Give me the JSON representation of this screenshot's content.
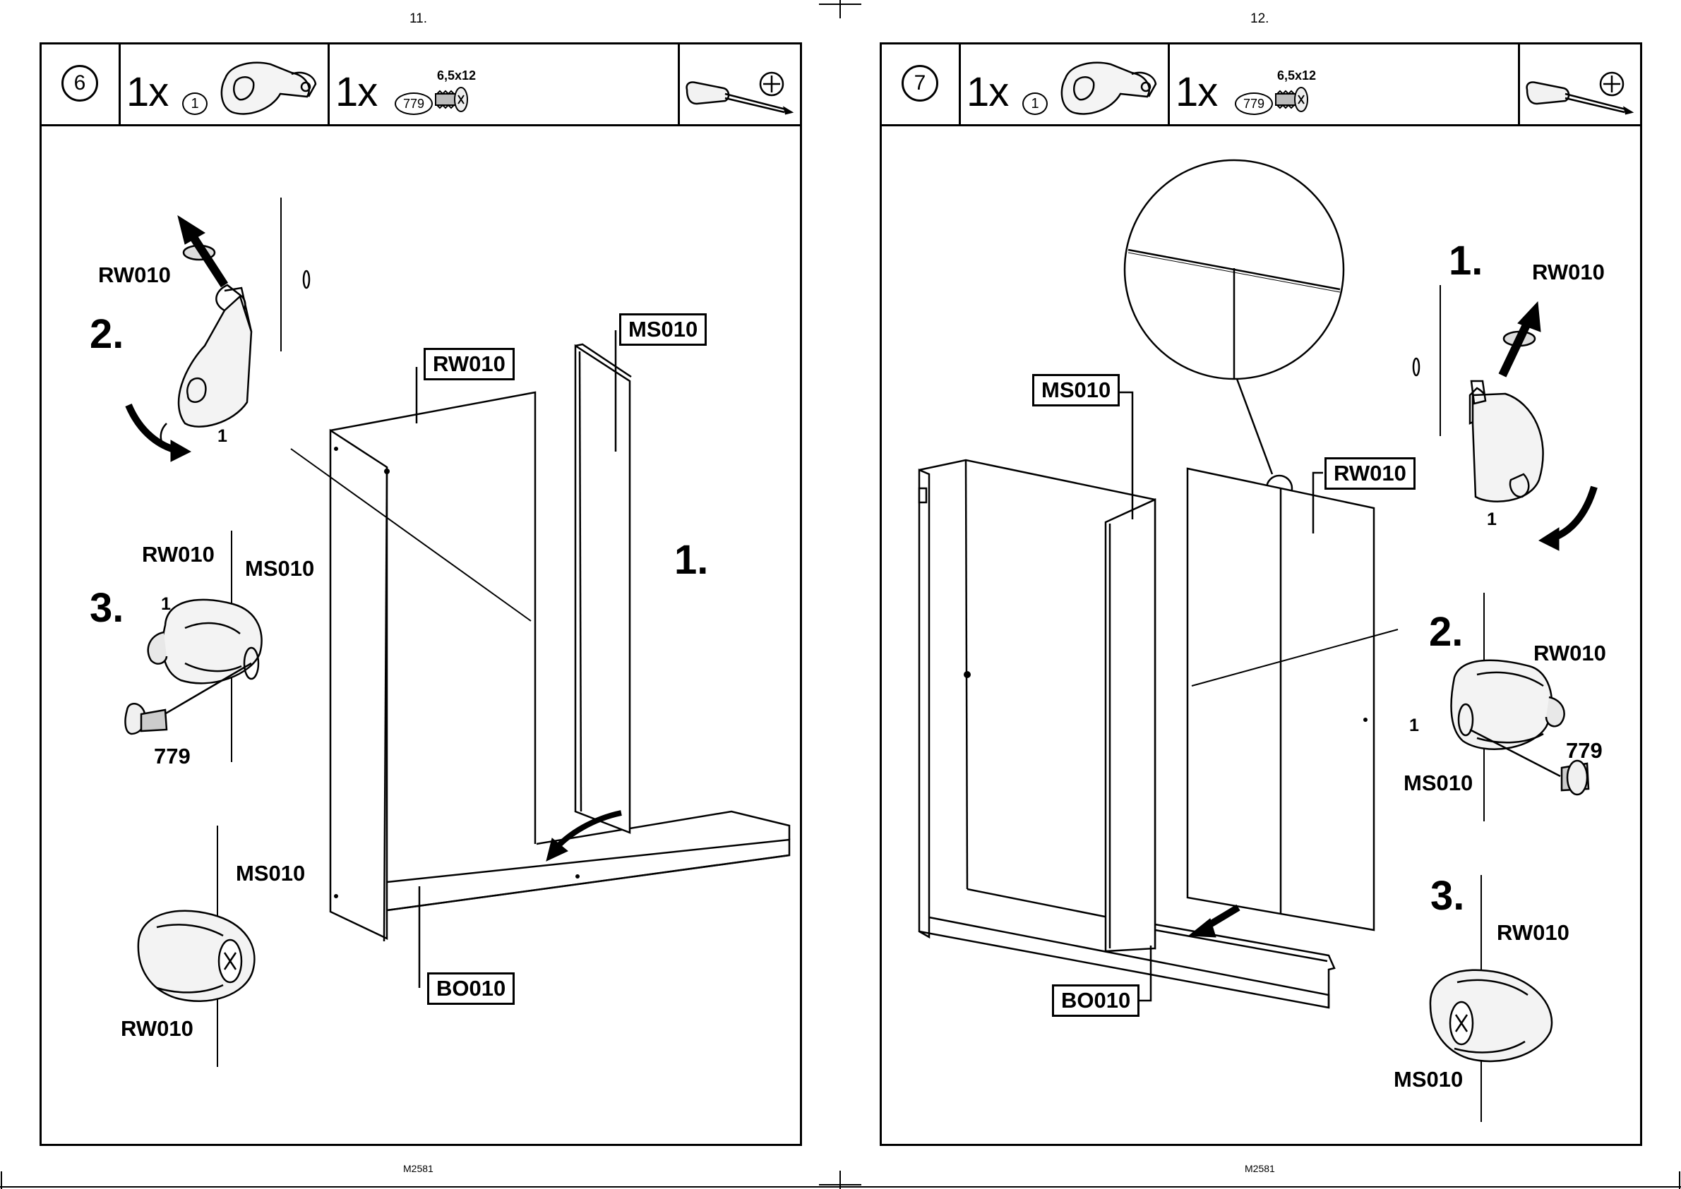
{
  "document": {
    "code": "M2581"
  },
  "pages": [
    {
      "page_number": "11.",
      "footer": "M2581",
      "step": "6",
      "parts": [
        {
          "qty": "1x",
          "id": "1",
          "name": "connector-fitting"
        },
        {
          "qty": "1x",
          "id": "779",
          "size": "6,5x12",
          "name": "screw"
        }
      ],
      "tool": "screwdriver-phillips",
      "labels": {
        "rw_a": "RW010",
        "two": "2.",
        "one_small": "1",
        "rw_b": "RW010",
        "ms_b": "MS010",
        "three": "3.",
        "one_b": "1",
        "screw": "779",
        "ms_c": "MS010",
        "rw_c": "RW010",
        "box_ms": "MS010",
        "box_rw": "RW010",
        "box_bo": "BO010",
        "one": "1."
      }
    },
    {
      "page_number": "12.",
      "footer": "M2581",
      "step": "7",
      "parts": [
        {
          "qty": "1x",
          "id": "1",
          "name": "connector-fitting"
        },
        {
          "qty": "1x",
          "id": "779",
          "size": "6,5x12",
          "name": "screw"
        }
      ],
      "tool": "screwdriver-phillips",
      "labels": {
        "one": "1.",
        "rw_a": "RW010",
        "one_small": "1",
        "two": "2.",
        "rw_b": "RW010",
        "one_b": "1",
        "screw": "779",
        "ms_b": "MS010",
        "three": "3.",
        "rw_c": "RW010",
        "ms_c": "MS010",
        "box_ms": "MS010",
        "box_rw": "RW010",
        "box_bo": "BO010"
      }
    }
  ]
}
